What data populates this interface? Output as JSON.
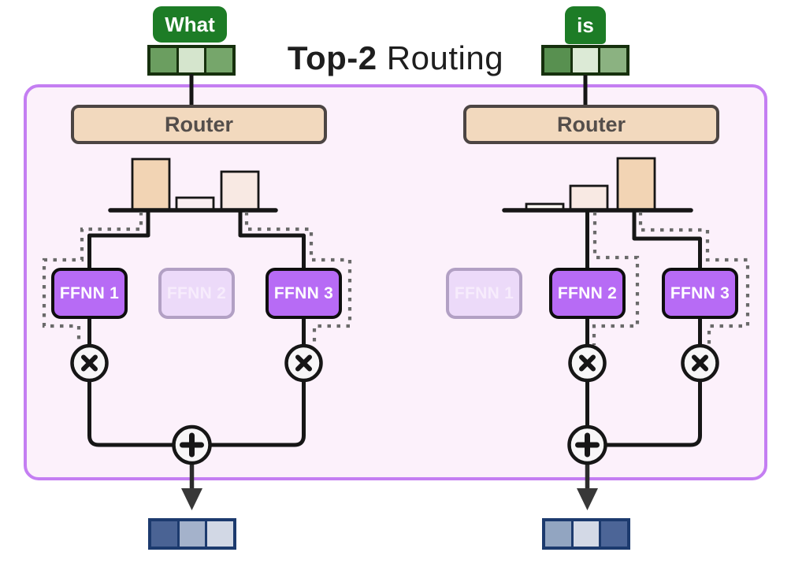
{
  "title": {
    "bold": "Top-2",
    "regular": " Routing"
  },
  "tokens": [
    {
      "label": "What",
      "embedding_colors": [
        "#6b9e60",
        "#d5e5cd",
        "#76a66b"
      ]
    },
    {
      "label": "is",
      "embedding_colors": [
        "#589050",
        "#dcead6",
        "#8bb281"
      ]
    }
  ],
  "columns": [
    {
      "router_label": "Router",
      "router_bars": [
        {
          "h": 65,
          "fill": "#f2d4b4"
        },
        {
          "h": 16,
          "fill": "#f9edf0"
        },
        {
          "h": 49,
          "fill": "#f8e9e3"
        }
      ],
      "experts": [
        {
          "label": "FFNN 1",
          "selected": true
        },
        {
          "label": "FFNN 2",
          "selected": false
        },
        {
          "label": "FFNN 3",
          "selected": true
        }
      ],
      "output_embedding_colors": [
        "#4a6394",
        "#a4b2cb",
        "#d2d8e5"
      ]
    },
    {
      "router_label": "Router",
      "router_bars": [
        {
          "h": 8,
          "fill": "#fdf8f4"
        },
        {
          "h": 31,
          "fill": "#f8e9e3"
        },
        {
          "h": 66,
          "fill": "#f2d4b4"
        }
      ],
      "experts": [
        {
          "label": "FFNN 1",
          "selected": false
        },
        {
          "label": "FFNN 2",
          "selected": true
        },
        {
          "label": "FFNN 3",
          "selected": true
        }
      ],
      "output_embedding_colors": [
        "#92a5c1",
        "#d3d9e6",
        "#4c6597"
      ]
    }
  ],
  "icons": {
    "multiply": "×",
    "add": "+"
  },
  "colors": {
    "token_badge": "#1d7c26",
    "token_strip_border": "#16300d",
    "panel_fill": "#fcf1fb",
    "panel_border": "#c47ef2",
    "router_fill": "#f2d9be",
    "router_border": "#4c4543",
    "expert_selected_fill": "#b76bf5",
    "expert_faded_fill": "#ecdaf9",
    "wire": "#161616",
    "dotted_highlight": "#6a6a6a",
    "output_strip_border": "#1c3a6e",
    "arrow": "#383838"
  }
}
